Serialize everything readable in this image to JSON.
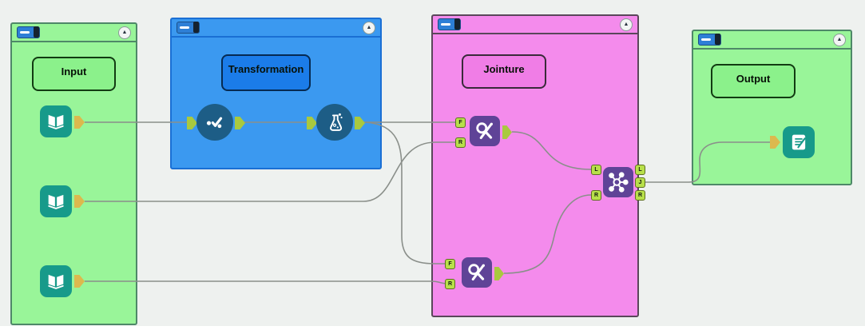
{
  "containers": [
    {
      "label": "Input",
      "fill": "#99f599",
      "border": "#4e8868"
    },
    {
      "label": "Transformation",
      "fill": "#3b99f0",
      "border": "#1a6fd4"
    },
    {
      "label": "Jointure",
      "fill": "#f48bec",
      "border": "#5a475a"
    },
    {
      "label": "Output",
      "fill": "#99f599",
      "border": "#4e8868"
    }
  ],
  "titlebar": {
    "collapse_glyph": "▲"
  },
  "anchors": {
    "find_replace_inputs": [
      "F",
      "R"
    ],
    "join_inputs": [
      "L",
      "R"
    ],
    "join_outputs": [
      "L",
      "J",
      "R"
    ]
  },
  "icons": [
    "input-data-book-icon",
    "check-dots-icon",
    "formula-flask-icon",
    "find-replace-icon",
    "join-icon",
    "output-data-icon",
    "collapse-icon",
    "enable-toggle-icon"
  ],
  "colors": {
    "canvas_bg": "#eef1ef",
    "wire": "#8a8f8a",
    "tool_teal": "#179a8a",
    "tool_purple": "#5f4397",
    "tool_navy": "#1d5d86",
    "anchor_yellow": "#dcb94e",
    "anchor_green": "#b8e04a"
  }
}
